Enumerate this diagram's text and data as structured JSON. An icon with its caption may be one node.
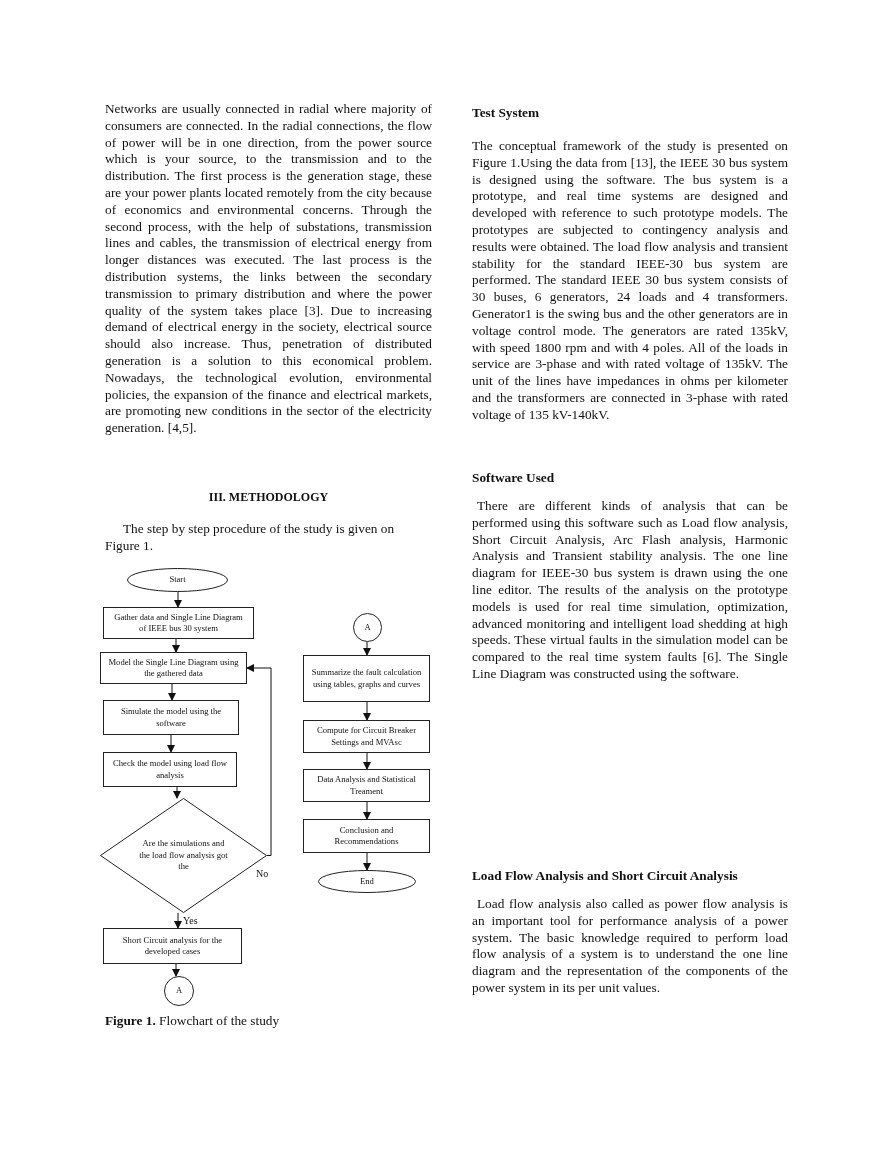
{
  "diagram": {
    "caption": "**Figure 1.** Flowchart of the study",
    "nodes": [
      {
        "text": [
          "Start"
        ]
      },
      {
        "text": [
          "Gather data and Single Line Diagram of IEEE bus 30 system"
        ]
      },
      {
        "text": [
          "Model the Single Line Diagram using the gathered data"
        ]
      },
      {
        "text": [
          "Simulate the model using the software"
        ]
      },
      {
        "text": [
          "Check the model using load flow analysis"
        ]
      },
      {
        "text": [
          "Are the simulations and the load flow analysis got the"
        ]
      },
      {
        "text": [
          "Short Circuit analysis for the developed cases"
        ]
      },
      {
        "text": [
          "A"
        ]
      },
      {
        "text": [
          "A"
        ]
      },
      {
        "text": [
          "Summarize the fault calculation using tables, graphs and curves"
        ]
      },
      {
        "text": [
          "Compute for Circuit Breaker Settings and MVAsc"
        ]
      },
      {
        "text": [
          "Data Analysis and Statistical Treament"
        ]
      },
      {
        "text": [
          "Conclusion and Recommendations"
        ]
      },
      {
        "text": [
          "End"
        ]
      }
    ],
    "edges": [
      {
        "from": 0,
        "to": 1,
        "arrow": "to"
      },
      {
        "from": 1,
        "to": 2,
        "arrow": "to"
      },
      {
        "from": 2,
        "to": 3,
        "arrow": "to"
      },
      {
        "from": 3,
        "to": 4,
        "arrow": "to"
      },
      {
        "from": 4,
        "to": 5,
        "arrow": "to"
      },
      {
        "from": 5,
        "to": 6,
        "arrow": "to",
        "label": "Yes"
      },
      {
        "from": 5,
        "to": 2,
        "arrow": "to",
        "label": "No"
      },
      {
        "from": 6,
        "to": 7,
        "arrow": "to"
      },
      {
        "from": 8,
        "to": 9,
        "arrow": "to"
      },
      {
        "from": 9,
        "to": 10,
        "arrow": "to"
      },
      {
        "from": 10,
        "to": 11,
        "arrow": "to"
      },
      {
        "from": 11,
        "to": 12,
        "arrow": "to"
      },
      {
        "from": 12,
        "to": 13,
        "arrow": "to"
      }
    ],
    "labels": [
      "Networks are usually connected in radial where majority of consumers are connected. In the radial connections, the flow of power will be in one direction, from the power source which is your source, to the transmission and to the distribution. The first process is the generation stage, these are your power plants located remotely from the city because of economics and environmental concerns. Through the second process, with the help of substations, transmission lines and cables, the transmission of electrical energy from longer distances was executed. The last process is the distribution systems, the links between the secondary transmission to primary distribution and where the power quality of the system takes place [3]. Due to increasing demand of electrical energy in the society, electrical source should also increase. Thus, penetration of distributed generation is a solution to this economical problem. Nowadays, the technological evolution, environmental policies, the expansion of the finance and electrical markets, are promoting new conditions in the sector of the electricity generation. [4,5].",
      "III. METHODOLOGY",
      "The step by step procedure of the study is given on Figure 1.",
      "Test System",
      "The conceptual framework of the study is presented on Figure 1.Using the data from [13], the IEEE 30 bus system is designed using the software. The bus system is a prototype, and real time systems are designed and developed with reference to such prototype models. The prototypes are subjected to contingency analysis and results were obtained. The load flow analysis and transient stability for the standard IEEE-30 bus system are performed. The standard IEEE 30 bus system consists of 30 buses, 6 generators, 24 loads and 4 transformers. Generator1 is the swing bus and the other generators are in voltage control mode. The generators are rated 135kV, with speed 1800 rpm and with 4 poles. All of the loads in service are 3-phase and with rated voltage of 135kV. The unit of the lines have impedances in ohms per kilometer and the transformers are connected in 3-phase with rated voltage of 135 kV-140kV.",
      "Software Used",
      "There are different kinds of analysis that can be performed using this software such as Load flow analysis, Short Circuit Analysis, Arc Flash analysis, Harmonic Analysis and Transient stability analysis. The one line diagram for IEEE-30 bus system is drawn using the one line editor. The results of the analysis on the prototype models is used for real time simulation, optimization, advanced monitoring and intelligent load shedding at high speeds. These virtual faults in the simulation model can be compared to the real time system faults [6]. The Single Line Diagram was constructed using the software.",
      "Load Flow Analysis and Short Circuit Analysis",
      "Load flow analysis also called as power flow analysis is an important tool for performance analysis of a power system. The basic knowledge required to perform load flow analysis of a system is to understand the one line diagram and the representation of the components of the power system in its per unit values."
    ]
  }
}
